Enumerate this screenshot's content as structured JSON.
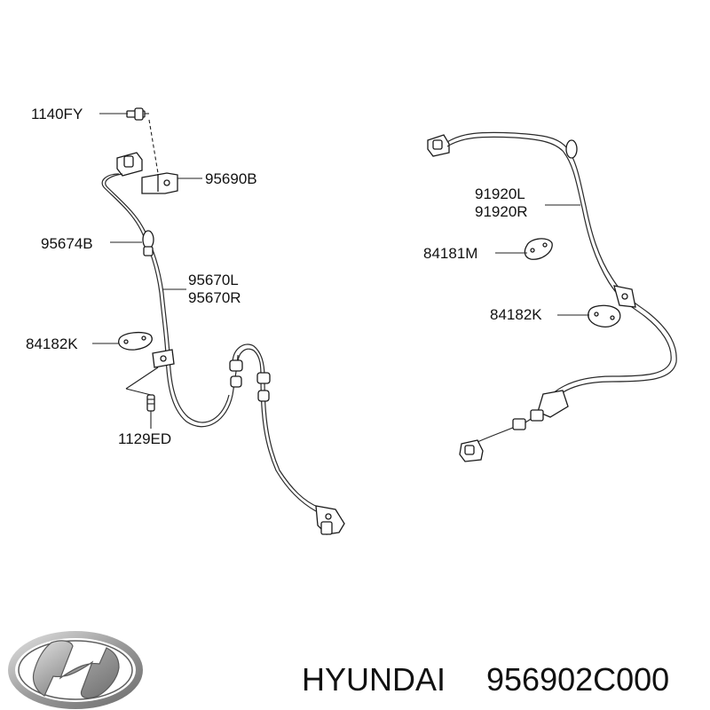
{
  "labels": {
    "bolt_1140fy": "1140FY",
    "bracket_95690b": "95690B",
    "grommet_95674b": "95674B",
    "sensor_95670l": "95670L",
    "sensor_95670r": "95670R",
    "pad_84182k_left": "84182K",
    "screw_1129ed": "1129ED",
    "cable_91920l": "91920L",
    "cable_91920r": "91920R",
    "pad_84181m": "84181M",
    "pad_84182k_right": "84182K"
  },
  "footer": {
    "brand": "HYUNDAI",
    "part_number": "956902C000"
  },
  "icons": {
    "logo": "hyundai-logo-icon"
  },
  "colors": {
    "line": "#2a2a2a",
    "text": "#111111",
    "logo_silver": "#a9a9a9"
  }
}
